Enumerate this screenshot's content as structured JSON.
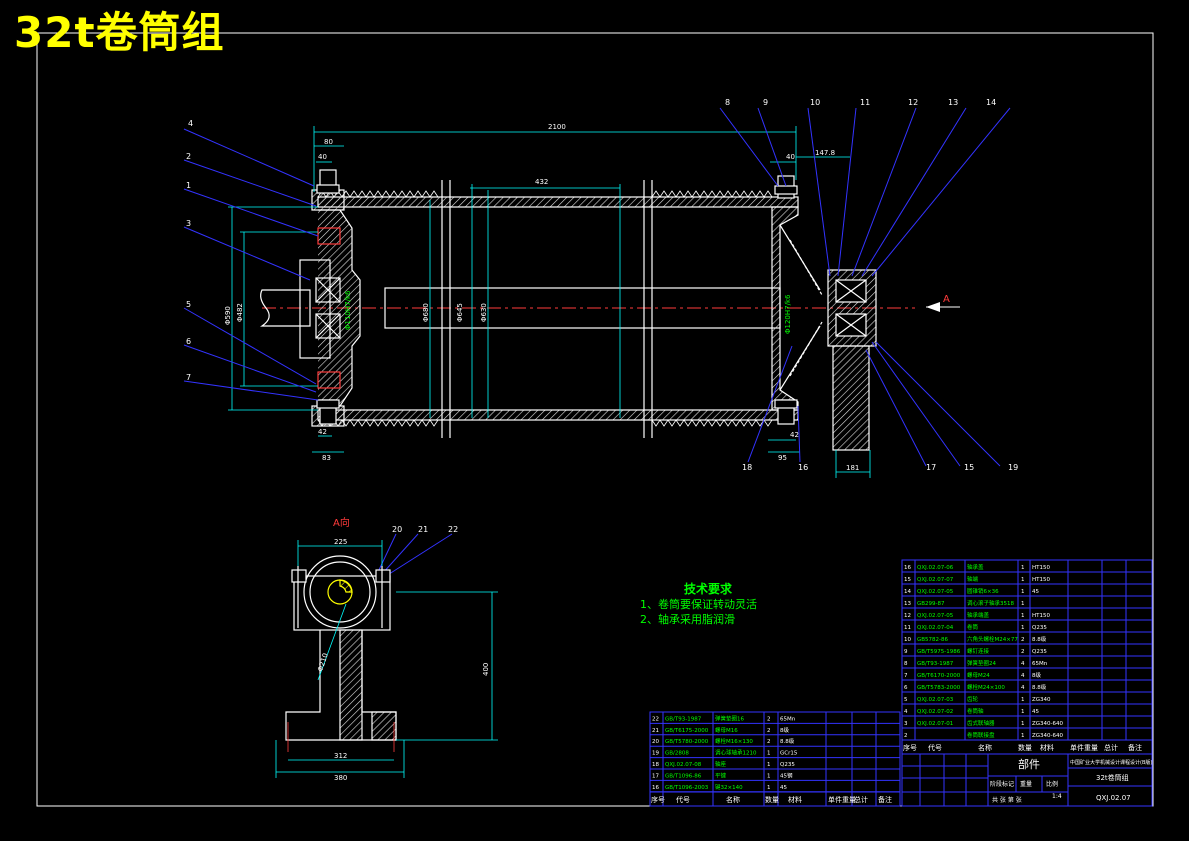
{
  "title": "32t卷筒组",
  "view_label": "A向",
  "arrow_label": "A",
  "tech_requirements": {
    "title": "技术要求",
    "items": [
      "1、卷筒要保证转动灵活",
      "2、轴承采用脂润滑"
    ]
  },
  "balloons": {
    "left": [
      "4",
      "2",
      "1",
      "3",
      "5",
      "6",
      "7"
    ],
    "top": [
      "8",
      "9",
      "10",
      "11",
      "12",
      "13",
      "14"
    ],
    "bottom": [
      "18",
      "16",
      "17",
      "15",
      "19"
    ],
    "aview": [
      "20",
      "21",
      "22"
    ]
  },
  "dimensions": {
    "overall_length": "2100",
    "left_flange_80": "80",
    "left_flange_40": "40",
    "right_flange_40": "40",
    "right_147": "147.8",
    "groove_432": "432",
    "left_bottom_42": "42",
    "left_bottom_83": "83",
    "right_bottom_42": "42",
    "right_bottom_95": "95",
    "gear_181": "181",
    "av_top": "225",
    "av_height": "400",
    "av_base1": "312",
    "av_base2": "380",
    "dia_a": "Φ590",
    "dia_b": "Φ482",
    "dia_c": "Φ680",
    "dia_d": "Φ645",
    "dia_e": "Φ630",
    "dia_f": "Φ210",
    "fit_left": "Φ110H7/k6",
    "fit_right": "Φ120H7/k6"
  },
  "parts_table_right": [
    {
      "no": "16",
      "code": "QXJ.02.07-06",
      "name": "轴承盖",
      "qty": "1",
      "material": "HT150"
    },
    {
      "no": "15",
      "code": "QXJ.02.07-07",
      "name": "轴端",
      "qty": "1",
      "material": "HT150"
    },
    {
      "no": "14",
      "code": "QXJ.02.07-05",
      "name": "圆锥销6×36",
      "qty": "1",
      "material": "45"
    },
    {
      "no": "13",
      "code": "GB299-87",
      "name": "调心滚子轴承3518",
      "qty": "1",
      "material": ""
    },
    {
      "no": "12",
      "code": "QXJ.02.07-05",
      "name": "轴承端盖",
      "qty": "1",
      "material": "HT150"
    },
    {
      "no": "11",
      "code": "QXJ.02.07-04",
      "name": "卷筒",
      "qty": "1",
      "material": "Q235"
    },
    {
      "no": "10",
      "code": "GB5782-86",
      "name": "六角头螺栓M24×77",
      "qty": "2",
      "material": "8.8级"
    },
    {
      "no": "9",
      "code": "GB/T5975-1986",
      "name": "螺钉连接",
      "qty": "2",
      "material": "Q235"
    },
    {
      "no": "8",
      "code": "GB/T93-1987",
      "name": "弹簧垫圈24",
      "qty": "4",
      "material": "65Mn"
    },
    {
      "no": "7",
      "code": "GB/T6170-2000",
      "name": "螺母M24",
      "qty": "4",
      "material": "8级"
    },
    {
      "no": "6",
      "code": "GB/T5783-2000",
      "name": "螺栓M24×100",
      "qty": "4",
      "material": "8.8级"
    },
    {
      "no": "5",
      "code": "QXJ.02.07-03",
      "name": "齿轮",
      "qty": "1",
      "material": "ZG340"
    },
    {
      "no": "4",
      "code": "QXJ.02.07-02",
      "name": "卷筒轴",
      "qty": "1",
      "material": "45"
    },
    {
      "no": "3",
      "code": "QXJ.02.07-01",
      "name": "齿式联轴器",
      "qty": "1",
      "material": "ZG340-640"
    },
    {
      "no": "2",
      "code": "",
      "name": "卷筒联接盘",
      "qty": "1",
      "material": "ZG340-640"
    }
  ],
  "parts_table_left": [
    {
      "no": "22",
      "code": "GB/T93-1987",
      "name": "弹簧垫圈16",
      "qty": "2",
      "material": "65Mn"
    },
    {
      "no": "21",
      "code": "GB/T6175-2000",
      "name": "螺母M16",
      "qty": "2",
      "material": "8级"
    },
    {
      "no": "20",
      "code": "GB/T5780-2000",
      "name": "螺栓M16×130",
      "qty": "2",
      "material": "8.8级"
    },
    {
      "no": "19",
      "code": "GB/2808",
      "name": "调心球轴承1210",
      "qty": "1",
      "material": "GCr15"
    },
    {
      "no": "18",
      "code": "QXJ.02.07-08",
      "name": "轴座",
      "qty": "1",
      "material": "Q235"
    },
    {
      "no": "17",
      "code": "GB/T1096-86",
      "name": "平键",
      "qty": "1",
      "material": "45钢"
    },
    {
      "no": "16",
      "code": "GB/T1096-2003",
      "name": "键32×140",
      "qty": "1",
      "material": "45"
    }
  ],
  "table_header": [
    "序号",
    "代号",
    "名称",
    "数量",
    "材料",
    "单件重量",
    "总计",
    "备注"
  ],
  "title_block": {
    "part_label": "部件",
    "school": "中国矿业大学机械设计课程设计(B版)",
    "drawing_name": "32t卷筒组",
    "drawing_no": "QXJ.02.07",
    "stage": "阶段标记",
    "weight": "重量",
    "scale": "比例",
    "scale_value": "1:4",
    "sheet": "共 张  第 张"
  }
}
